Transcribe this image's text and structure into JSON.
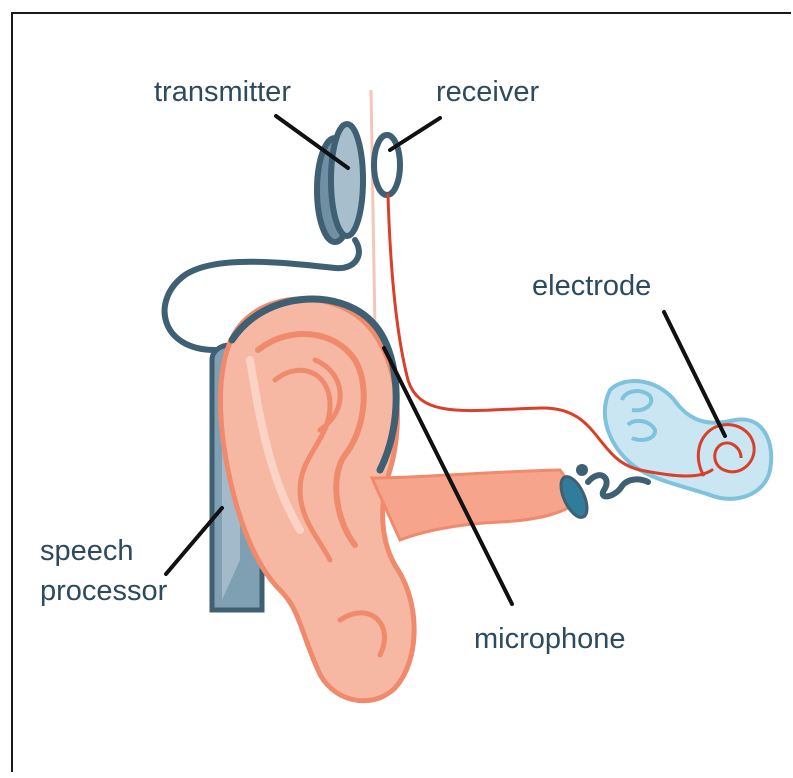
{
  "labels": {
    "transmitter": "transmitter",
    "receiver": "receiver",
    "electrode": "electrode",
    "speech_line1": "speech",
    "speech_line2": "processor",
    "microphone": "microphone"
  },
  "colors": {
    "device_stroke": "#3f5f72",
    "device_fill": "#8aa6b7",
    "ear_fill": "#f6b8a3",
    "ear_stroke": "#f08a6c",
    "wire": "#d8402a",
    "cochlea_fill": "#c9e6f2",
    "cochlea_stroke": "#7fc2dc",
    "label_text": "#2d4a5e",
    "leader_line": "#111111"
  }
}
